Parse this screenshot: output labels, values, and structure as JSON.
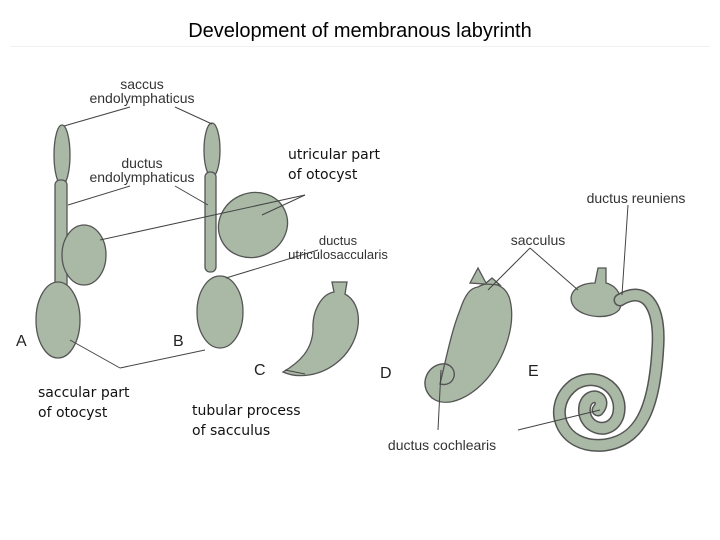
{
  "title": "Development of membranous labyrinth",
  "colors": {
    "tissue": "#a9b9a6",
    "outline": "#555555",
    "leader": "#444444"
  },
  "stage_letters": {
    "a": "A",
    "b": "B",
    "c": "C",
    "d": "D",
    "e": "E"
  },
  "figure_labels": {
    "saccus_line1": "saccus",
    "saccus_line2": "endolymphaticus",
    "ductus_endo_line1": "ductus",
    "ductus_endo_line2": "endolymphaticus",
    "ductus_utr_line1": "ductus",
    "ductus_utr_line2": "utriculosaccularis",
    "ductus_reuniens": "ductus reuniens",
    "sacculus": "sacculus",
    "ductus_cochlearis": "ductus cochlearis"
  },
  "overlay_labels": {
    "utricular_line1": "utricular part",
    "utricular_line2": "of otocyst",
    "saccular_line1": "saccular part",
    "saccular_line2": "of otocyst",
    "tubular_line1": "tubular process",
    "tubular_line2": "of sacculus"
  }
}
